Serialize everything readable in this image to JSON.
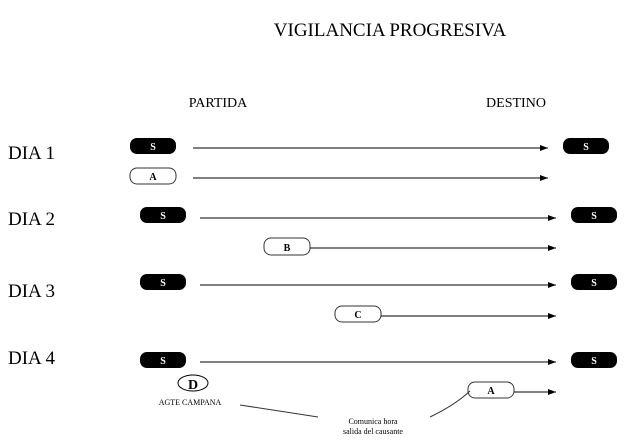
{
  "title": "VIGILANCIA PROGRESIVA",
  "headers": {
    "origin": "PARTIDA",
    "destination": "DESTINO"
  },
  "days": [
    "DIA 1",
    "DIA 2",
    "DIA 3",
    "DIA 4"
  ],
  "nodes": {
    "S": "S",
    "A": "A",
    "B": "B",
    "C": "C",
    "D": "D"
  },
  "annotations": {
    "agent": "AGTE CAMPANA",
    "note_line1": "Comunica hora",
    "note_line2": "salida del causante"
  }
}
